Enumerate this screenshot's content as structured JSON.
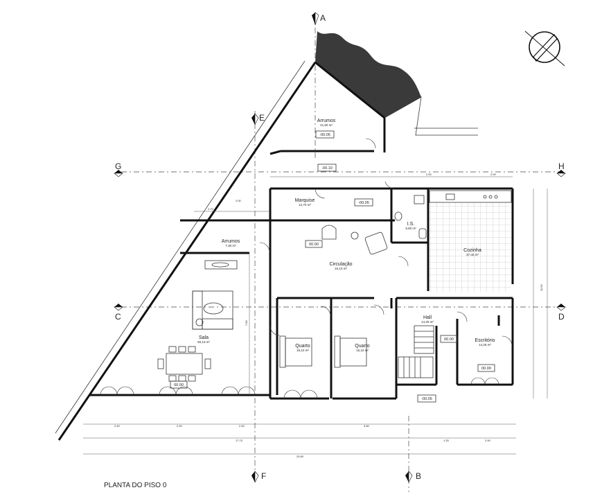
{
  "drawing": {
    "caption": "PLANTA DO PISO 0"
  },
  "axes": [
    {
      "id": "A",
      "label": "A"
    },
    {
      "id": "B",
      "label": "B"
    },
    {
      "id": "C",
      "label": "C"
    },
    {
      "id": "D",
      "label": "D"
    },
    {
      "id": "E",
      "label": "E"
    },
    {
      "id": "F",
      "label": "F"
    },
    {
      "id": "G",
      "label": "G"
    },
    {
      "id": "H",
      "label": "H"
    }
  ],
  "rooms": [
    {
      "id": "arrumos-1",
      "name": "Arrumos",
      "area": "21,50 m²"
    },
    {
      "id": "marquise",
      "name": "Marquise",
      "area": "12,70 m²"
    },
    {
      "id": "arrumos-2",
      "name": "Arrumos",
      "area": "7,30 m²"
    },
    {
      "id": "ls",
      "name": "I.S.",
      "area": "5,80 m²"
    },
    {
      "id": "cozinha",
      "name": "Cozinha",
      "area": "37,40 m²"
    },
    {
      "id": "circulacao",
      "name": "Circulação",
      "area": "34,10 m²"
    },
    {
      "id": "sala",
      "name": "Sala",
      "area": "60,10 m²"
    },
    {
      "id": "quarto-1",
      "name": "Quarto",
      "area": "16,10 m²"
    },
    {
      "id": "quarto-2",
      "name": "Quarto",
      "area": "16,10 m²"
    },
    {
      "id": "hall",
      "name": "Hall",
      "area": "14,30 m²"
    },
    {
      "id": "escritorio",
      "name": "Escritório",
      "area": "14,25 m²"
    }
  ],
  "levels": {
    "arrumos": "-00.05",
    "top_corridor": "-00.10",
    "marquise": "-00.05",
    "circulacao": "00.00",
    "hall": "00.00",
    "sala": "00.00",
    "escritorio": "00.00",
    "exterior": "-00.05"
  },
  "dimensions": {
    "total_1": "17.70",
    "total_2": "24.60",
    "right_side": "11.50",
    "sala_height": "7.80",
    "b1": "2.40",
    "b2": "2.40",
    "b3": "2.40",
    "b4": "3.60",
    "b5": "1.25",
    "b6": "2.00",
    "top1": "2.00",
    "top2": "2.00",
    "mid1": "2.70",
    "mid2": "2.00"
  }
}
